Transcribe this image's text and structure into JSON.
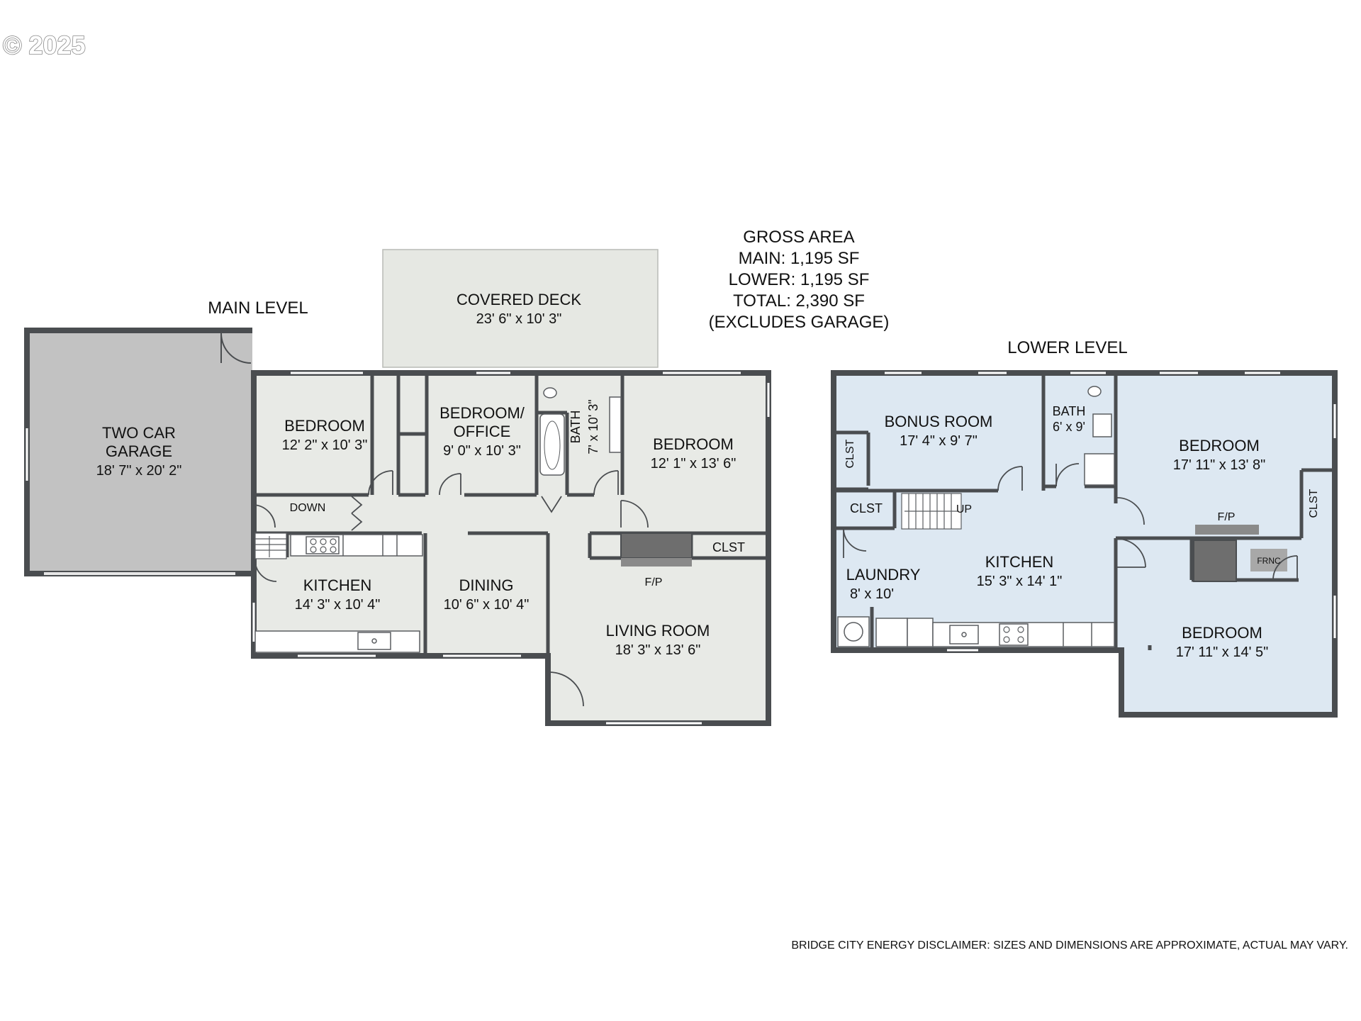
{
  "copyright": "© 2025",
  "gross_area": {
    "title": "GROSS AREA",
    "main": "MAIN: 1,195 SF",
    "lower": "LOWER: 1,195 SF",
    "total": "TOTAL: 2,390 SF",
    "note": "(EXCLUDES GARAGE)"
  },
  "main_level": {
    "title": "MAIN LEVEL",
    "garage": {
      "name_line1": "TWO CAR",
      "name_line2": "GARAGE",
      "dims": "18' 7\" x 20' 2\""
    },
    "covered_deck": {
      "name": "COVERED DECK",
      "dims": "23' 6\" x 10' 3\""
    },
    "bedroom_left": {
      "name": "BEDROOM",
      "dims": "12' 2\" x 10' 3\""
    },
    "bedroom_office": {
      "name_line1": "BEDROOM/",
      "name_line2": "OFFICE",
      "dims": "9' 0\" x 10' 3\""
    },
    "bath": {
      "name": "BATH",
      "dims": "7' x 10' 3\""
    },
    "bedroom_right": {
      "name": "BEDROOM",
      "dims": "12' 1\" x 13' 6\""
    },
    "down": "DOWN",
    "kitchen": {
      "name": "KITCHEN",
      "dims": "14' 3\" x 10' 4\""
    },
    "dining": {
      "name": "DINING",
      "dims": "10' 6\" x 10' 4\""
    },
    "clst": "CLST",
    "fp": "F/P",
    "living_room": {
      "name": "LIVING ROOM",
      "dims": "18' 3\" x 13' 6\""
    }
  },
  "lower_level": {
    "title": "LOWER LEVEL",
    "bonus_room": {
      "name": "BONUS ROOM",
      "dims": "17' 4\" x 9' 7\""
    },
    "clst_vertical": "CLST",
    "clst_small": "CLST",
    "up": "UP",
    "bath": {
      "name": "BATH",
      "dims": "6' x 9'"
    },
    "bedroom_top": {
      "name": "BEDROOM",
      "dims": "17' 11\" x 13' 8\""
    },
    "clst_right": "CLST",
    "fp": "F/P",
    "frnc": "FRNC",
    "laundry": {
      "name": "LAUNDRY",
      "dims": "8' x 10'"
    },
    "kitchen": {
      "name": "KITCHEN",
      "dims": "15' 3\" x 14' 1\""
    },
    "bedroom_bottom": {
      "name": "BEDROOM",
      "dims": "17' 11\" x 14' 5\""
    }
  },
  "disclaimer": "BRIDGE CITY ENERGY DISCLAIMER: SIZES AND DIMENSIONS ARE APPROXIMATE, ACTUAL MAY VARY.",
  "colors": {
    "wall": "#4a4d50",
    "main_floor": "#e8eae6",
    "garage_floor": "#c2c2c2",
    "lower_floor": "#dde8f2",
    "fireplace": "#6e6e6e"
  }
}
